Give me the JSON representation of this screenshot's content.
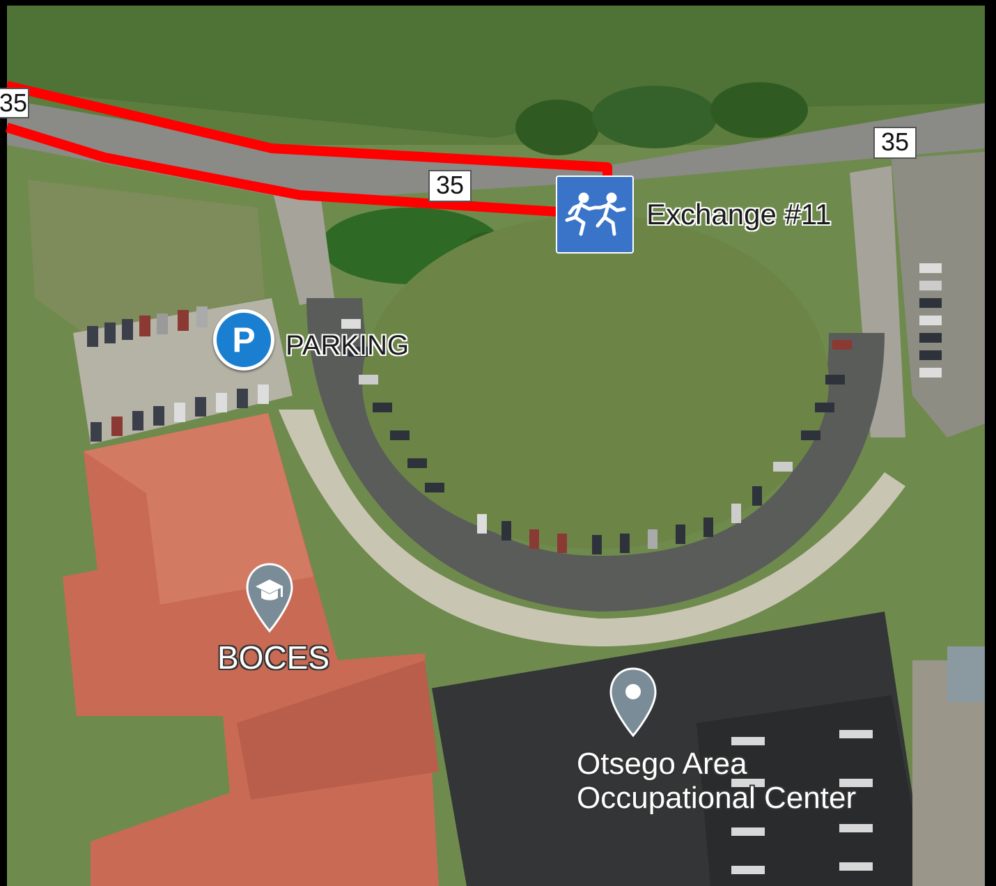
{
  "map": {
    "view": "satellite",
    "route_color": "#ff0000",
    "road_shields": [
      {
        "id": "shield-35-left-edge",
        "label": "35"
      },
      {
        "id": "shield-35-center",
        "label": "35"
      },
      {
        "id": "shield-35-right",
        "label": "35"
      }
    ],
    "markers": {
      "exchange": {
        "icon": "relay-runners-icon",
        "label": "Exchange #11",
        "color": "#3a74c8"
      },
      "parking": {
        "icon": "parking-icon",
        "glyph": "P",
        "label": "PARKING",
        "color": "#1a7fd0"
      },
      "boces": {
        "icon": "graduation-cap-pin-icon",
        "label": "BOCES"
      },
      "occupational_center": {
        "icon": "location-pin-icon",
        "label_line1": "Otsego Area",
        "label_line2": "Occupational Center"
      }
    }
  }
}
